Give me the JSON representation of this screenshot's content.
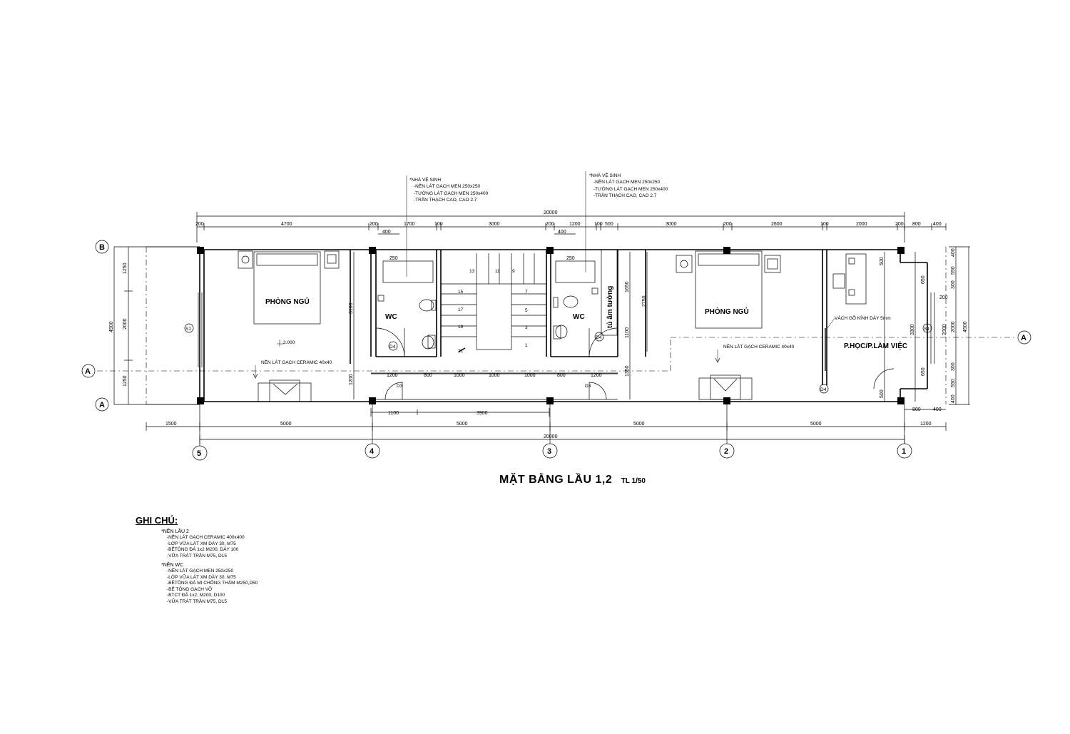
{
  "title": {
    "main": "MẶT BẰNG LẦU 1,2",
    "scale": "TL 1/50"
  },
  "dimensions": {
    "top_total": "20000",
    "bottom_total": "20000",
    "top_chain": [
      "200",
      "4700",
      "200",
      "1700",
      "100",
      "3000",
      "200",
      "1200",
      "100",
      "500",
      "3000",
      "200",
      "2600",
      "100",
      "2000",
      "200",
      "800",
      "400"
    ],
    "top_sub": [
      "400",
      "400"
    ],
    "bottom_chain": [
      "1500",
      "5000",
      "5000",
      "5000",
      "5000",
      "1200"
    ],
    "bottom_sub": [
      "1100",
      "3900",
      "800",
      "400"
    ],
    "inner_bottom": [
      "1200",
      "800",
      "1000",
      "1000",
      "1000",
      "800",
      "1200"
    ],
    "left_chain": [
      "1250",
      "2000",
      "1250"
    ],
    "left_total": "4500",
    "right_total": "4500",
    "right_chain": [
      "400",
      "550",
      "300",
      "2000",
      "300",
      "550",
      "400"
    ],
    "right_inner": [
      "650",
      "200",
      "650"
    ],
    "misc": [
      "250",
      "250",
      "3100",
      "1200",
      "1650",
      "2750",
      "1100",
      "1350",
      "500",
      "3300",
      "2000",
      "500"
    ]
  },
  "axes": {
    "columns": [
      "5",
      "4",
      "3",
      "2",
      "1"
    ],
    "rows": [
      "B",
      "A"
    ],
    "section": "A"
  },
  "rooms": {
    "bedroom_left": "PHÒNG NGỦ",
    "bedroom_right": "PHÒNG NGỦ",
    "wc_left": "WC",
    "wc_right": "WC",
    "study": "P.HỌC/P.LÀM VIỆC",
    "wardrobe": "tủ âm tường"
  },
  "tags": {
    "s1_left": "S1",
    "s1_right": "S1",
    "d4_a": "D4",
    "d4_b": "D4",
    "d4_c": "D4",
    "d3_a": "D3",
    "d3_b": "D3",
    "level": "3.000"
  },
  "stair_numbers": [
    "13",
    "11",
    "9",
    "15",
    "7",
    "17",
    "5",
    "19",
    "3",
    "21",
    "1"
  ],
  "annotations": {
    "floor_left": "NỀN LÁT GẠCH CERAMIC 40x40",
    "floor_right": "NỀN LÁT GẠCH CERAMIC 40x40",
    "glass": "VÁCH GỖ KÍNH DÀY 5mm",
    "wc_note_left": {
      "head": "*NHÀ VỆ SINH",
      "lines": [
        "-NỀN LÁT GẠCH MEN 250x250",
        "-TƯỜNG LÁT GẠCH MEN 250x400",
        "-TRẦN THẠCH CAO, CAO 2.7"
      ]
    },
    "wc_note_right": {
      "head": "*NHÀ VỆ SINH",
      "lines": [
        "-NỀN LÁT GẠCH MEN 250x250",
        "-TƯỜNG LÁT GẠCH MEN 250x400",
        "-TRẦN THẠCH CAO, CAO 2.7"
      ]
    }
  },
  "notes": {
    "heading": "GHI CHÚ:",
    "groups": [
      {
        "title": "*NỀN LẦU 2",
        "items": [
          "-NỀN LÁT GẠCH CERAMIC 400x400",
          "-LỚP VỮA LÁT XM DÀY 30, M75",
          "-BÊTÔNG ĐÁ 1x2 M200, DÀY 100",
          "-VỮA TRÁT TRẦN M75, D15"
        ]
      },
      {
        "title": "*NỀN WC",
        "items": [
          "-NỀN LÁT GẠCH MEN 250x250",
          "-LỚP VỮA LÁT XM DÀY 30, M75",
          "-BÊTÔNG ĐÁ MI CHỐNG THẤM M250,D50",
          "-BÊ TÔNG GẠCH VỠ",
          "-BTCT ĐÁ 1x2, M200, D100",
          "-VỮA TRÁT TRẦN M75, D15"
        ]
      }
    ]
  }
}
